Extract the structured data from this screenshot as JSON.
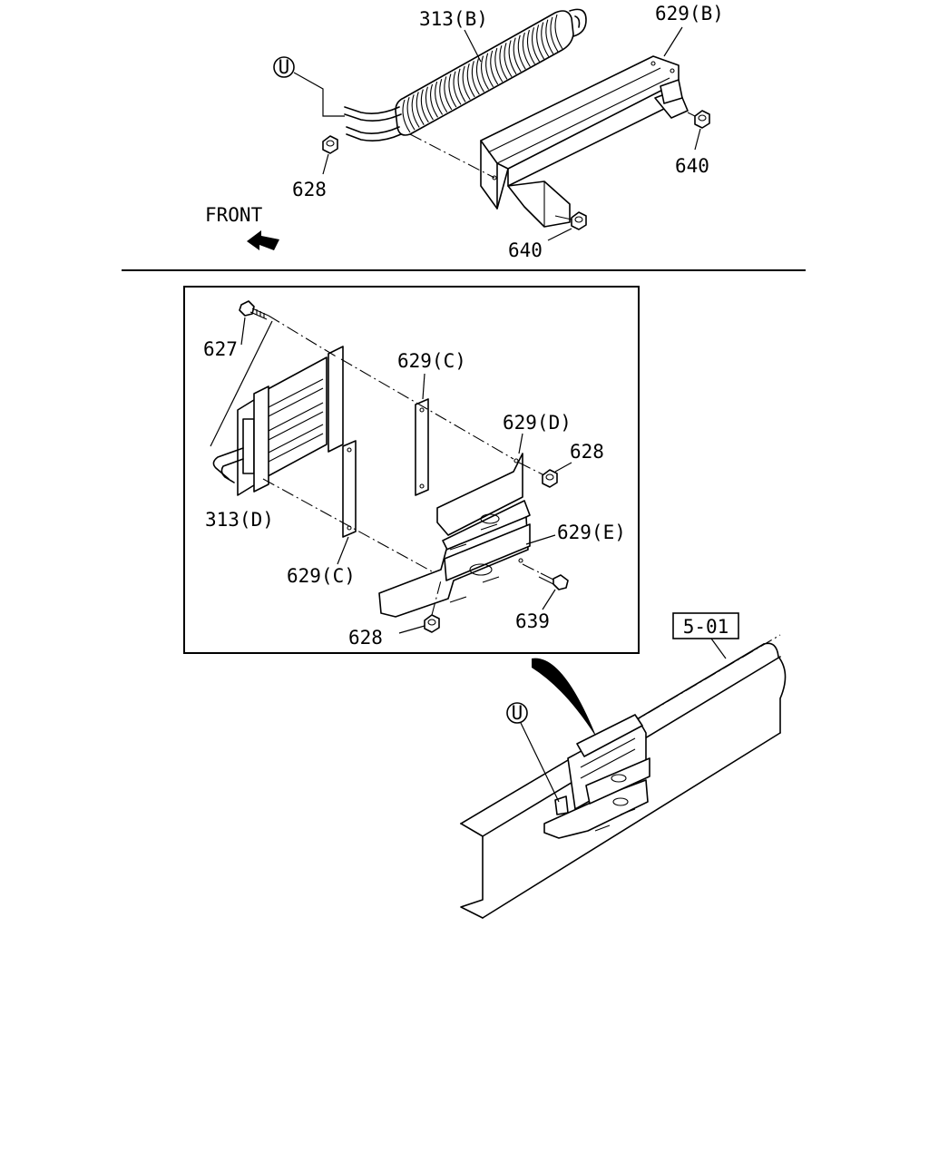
{
  "top_view": {
    "labels": {
      "cooler": "313(B)",
      "bracket": "629(B)",
      "ref_u": "U",
      "nut_left": "628",
      "nut_right": "640",
      "nut_bottom": "640",
      "front": "FRONT"
    }
  },
  "detail_view": {
    "labels": {
      "bolt_top": "627",
      "plate_upper": "629(C)",
      "bracket_d": "629(D)",
      "nut_right": "628",
      "cooler_d": "313(D)",
      "bracket_e": "629(E)",
      "plate_lower": "629(C)",
      "bolt_right": "639",
      "nut_bottom": "628"
    }
  },
  "frame_view": {
    "labels": {
      "ref_box": "5-01",
      "ref_u": "U"
    }
  },
  "icons": {
    "front_arrow": "front-direction-arrow-icon",
    "ref_circle": "circled-letter-icon",
    "nut": "hex-nut-icon",
    "bolt": "flange-bolt-icon"
  }
}
